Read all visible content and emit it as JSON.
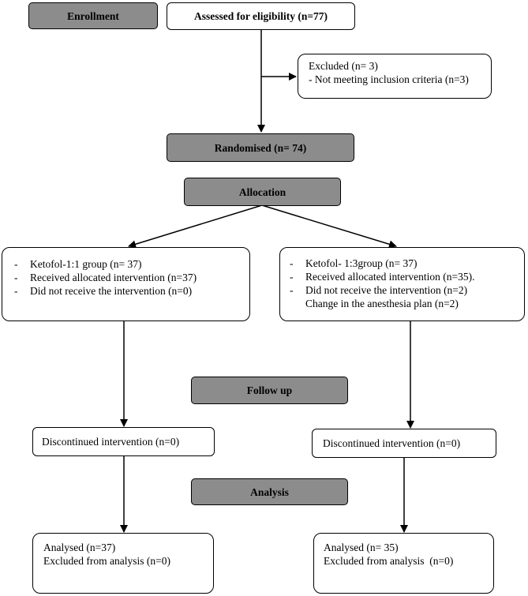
{
  "enrollment": "Enrollment",
  "assessed": "Assessed for eligibility (n=77)",
  "excluded": {
    "title": "Excluded (n= 3)",
    "reason": "- Not meeting inclusion criteria (n=3)"
  },
  "randomised": "Randomised (n= 74)",
  "allocation": "Allocation",
  "group1": {
    "lines": [
      "Ketofol-1:1 group (n= 37)",
      "Received allocated intervention (n=37)",
      "Did not receive the intervention (n=0)"
    ]
  },
  "group2": {
    "lines": [
      "Ketofol- 1:3group (n= 37)",
      "Received allocated intervention (n=35).",
      "Did not receive the intervention (n=2)"
    ],
    "sub": "Change in the anesthesia plan (n=2)"
  },
  "follow_up": "Follow up",
  "discontinued_left": "Discontinued intervention (n=0)",
  "discontinued_right": "Discontinued intervention (n=0)",
  "analysis": "Analysis",
  "analysed_left": {
    "line1": "Analysed (n=37)",
    "line2": "Excluded from analysis (n=0)"
  },
  "analysed_right": {
    "line1": "Analysed (n= 35)",
    "line2": "Excluded from analysis  (n=0)"
  }
}
